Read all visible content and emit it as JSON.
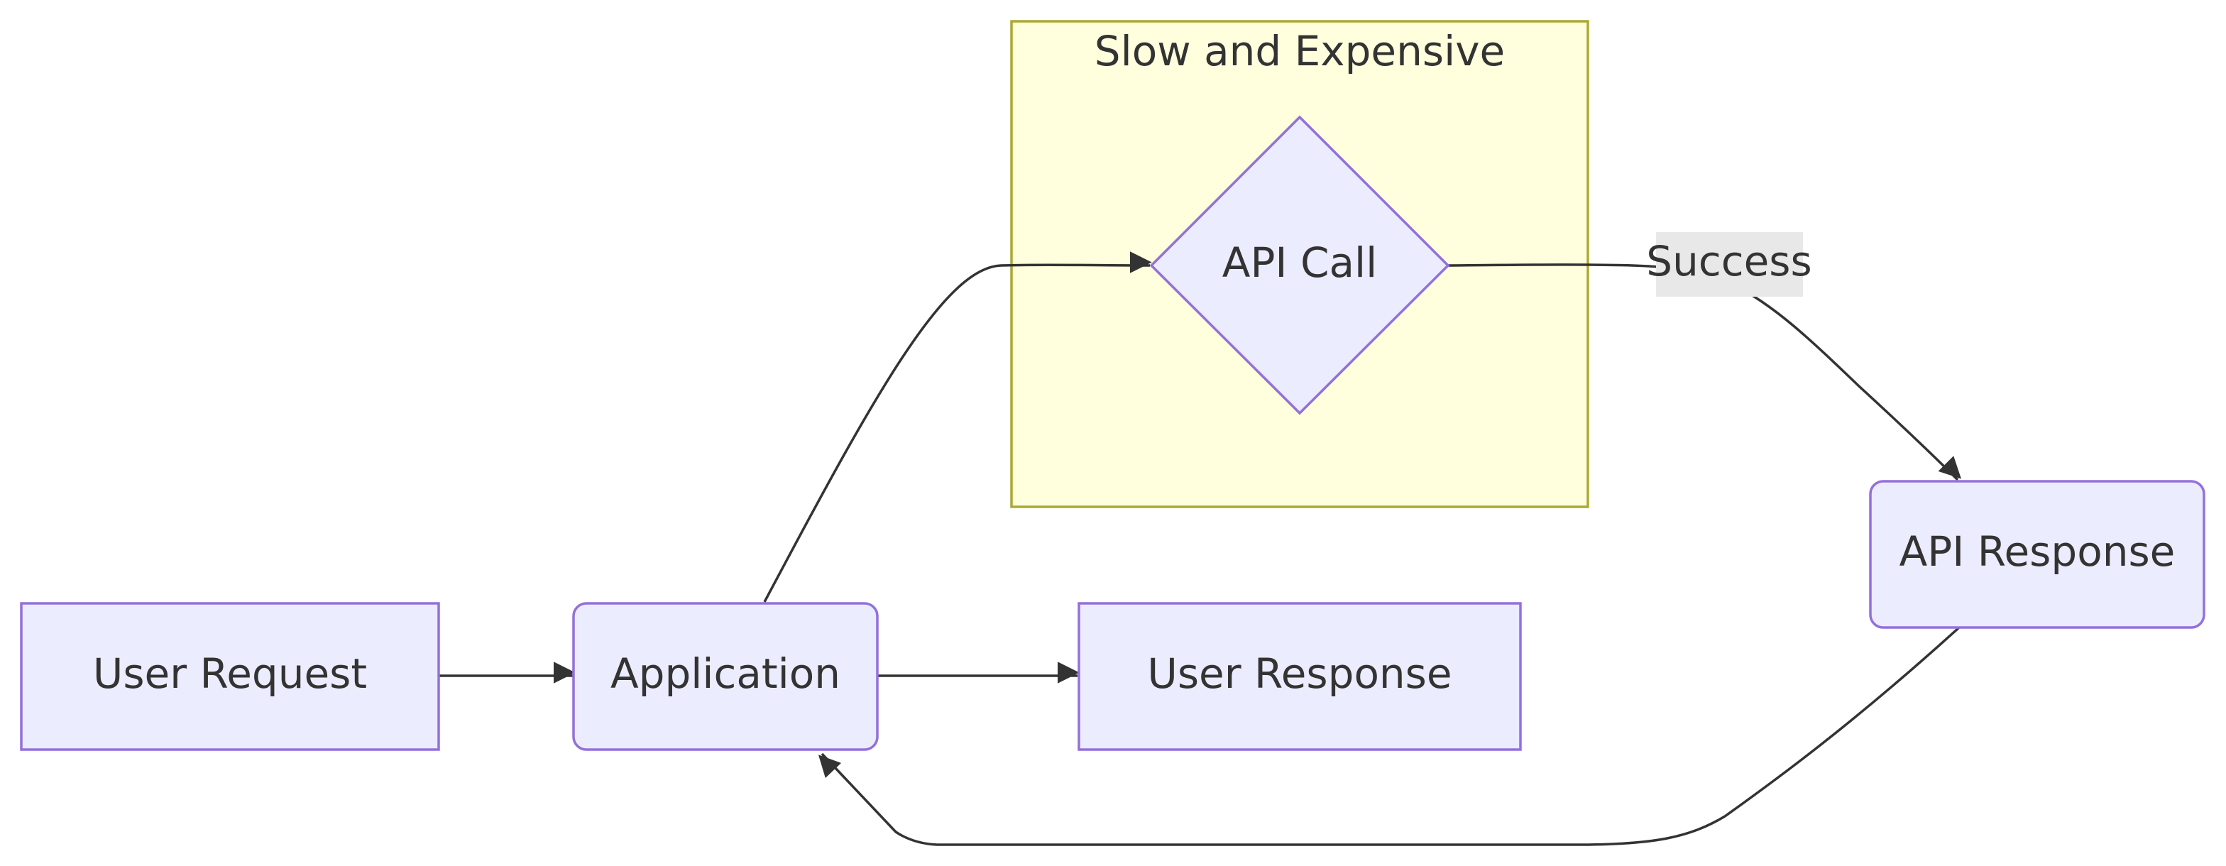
{
  "diagram": {
    "type": "flowchart",
    "cluster": {
      "title": "Slow and Expensive"
    },
    "nodes": {
      "user_request": "User Request",
      "application": "Application",
      "user_response": "User Response",
      "api_call": "API Call",
      "api_response": "API Response"
    },
    "edges": {
      "api_call_to_api_response_label": "Success"
    },
    "colors": {
      "node_fill": "#ECECFF",
      "node_stroke": "#9370DB",
      "cluster_fill": "#FFFFDE",
      "cluster_stroke": "#AAAA33",
      "edge": "#333333",
      "edge_label_bg": "#E8E8E8",
      "text": "#333333"
    }
  }
}
